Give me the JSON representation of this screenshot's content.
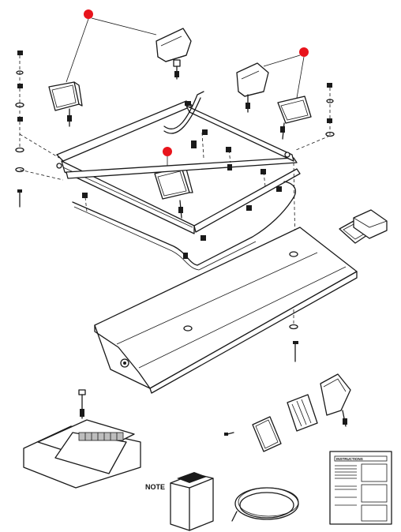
{
  "diagram": {
    "labels": {
      "note": "NOTE",
      "instructions_title": "INSTRUCTIONS"
    },
    "callout_color": "#e8141c",
    "line_color": "#1a1a1a",
    "callouts": [
      {
        "name": "callout-rear-lamps",
        "targets": 2
      },
      {
        "name": "callout-right-lamps",
        "targets": 2
      },
      {
        "name": "callout-center-lamp",
        "targets": 1
      }
    ],
    "icons": [
      "lamp-icon",
      "bolt-icon",
      "nut-icon",
      "washer-icon",
      "grommet-icon",
      "wire-coil-icon",
      "instruction-sheet-icon",
      "note-box-icon",
      "lens-icon",
      "bracket-icon"
    ]
  }
}
